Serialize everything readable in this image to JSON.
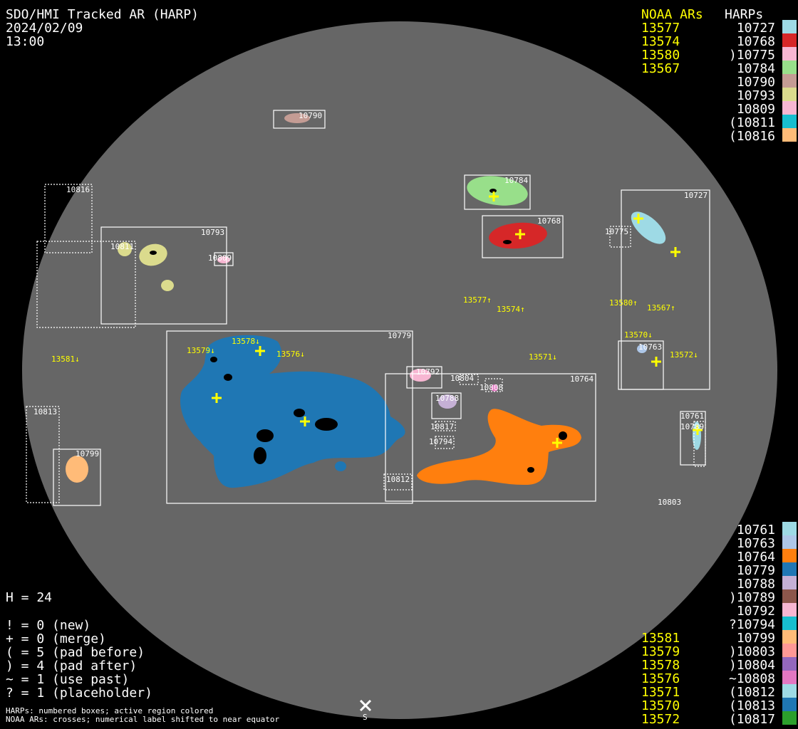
{
  "header": {
    "title": "SDO/HMI Tracked AR (HARP)",
    "date": "2024/02/09",
    "time": "13:00"
  },
  "legend_headers": {
    "noaa": "NOAA ARs",
    "harps": "HARPs"
  },
  "top_legend": {
    "noaa": [
      "13577",
      "13574",
      "13580",
      "13567"
    ],
    "harps": [
      {
        "label": "10727",
        "color": "#9edae5"
      },
      {
        "label": "10768",
        "color": "#d62728"
      },
      {
        "label": ")10775",
        "color": "#f7b6d2"
      },
      {
        "label": "10784",
        "color": "#98df8a"
      },
      {
        "label": "10790",
        "color": "#c49c94"
      },
      {
        "label": "10793",
        "color": "#dbdb8d"
      },
      {
        "label": "10809",
        "color": "#f7b6d2"
      },
      {
        "label": "(10811",
        "color": "#17becf"
      },
      {
        "label": "(10816",
        "color": "#ffbb78"
      }
    ]
  },
  "bottom_legend": {
    "noaa": [
      "13581",
      "13579",
      "13578",
      "13576",
      "13571",
      "13570",
      "13572"
    ],
    "harps": [
      {
        "label": "10761",
        "color": "#9edae5"
      },
      {
        "label": "10763",
        "color": "#aec7e8"
      },
      {
        "label": "10764",
        "color": "#ff7f0e"
      },
      {
        "label": "10779",
        "color": "#1f77b4"
      },
      {
        "label": "10788",
        "color": "#c5b0d5"
      },
      {
        "label": ")10789",
        "color": "#8c564b"
      },
      {
        "label": "10792",
        "color": "#f7b6d2"
      },
      {
        "label": "?10794",
        "color": "#17becf"
      },
      {
        "label": "10799",
        "color": "#ffbb78"
      },
      {
        "label": ")10803",
        "color": "#ff9896"
      },
      {
        "label": ")10804",
        "color": "#9467bd"
      },
      {
        "label": "~10808",
        "color": "#e377c2"
      },
      {
        "label": "(10812",
        "color": "#9edae5"
      },
      {
        "label": "(10813",
        "color": "#1f77b4"
      },
      {
        "label": "(10817",
        "color": "#2ca02c"
      }
    ]
  },
  "stats": {
    "h": "H = 24",
    "lines": [
      "! = 0 (new)",
      "+ = 0 (merge)",
      "( = 5 (pad before)",
      ") = 4 (pad after)",
      "~ = 1 (use past)",
      "? = 1 (placeholder)"
    ]
  },
  "footnotes": [
    "HARPs: numbered boxes; active region colored",
    "NOAA ARs: crosses; numerical label shifted to near equator"
  ],
  "south_label": "S",
  "disk": {
    "harp_labels": {
      "h10790": "10790",
      "h10784": "10784",
      "h10768": "10768",
      "h10727": "10727",
      "h10775": "10775",
      "h10816": "10816",
      "h10811": "10811",
      "h10793": "10793",
      "h10809": "10809",
      "h10779": "10779",
      "h10792": "10792",
      "h10764": "10764",
      "h10804": "10804",
      "h10808": "10808",
      "h10788": "10788",
      "h10817": "10817",
      "h10794": "10794",
      "h10812": "10812",
      "h10813": "10813",
      "h10799": "10799",
      "h10763": "10763",
      "h10761": "10761",
      "h10789": "10789",
      "h10803": "10803"
    },
    "noaa_labels": {
      "n13577": "13577↑",
      "n13574": "13574↑",
      "n13580": "13580↑",
      "n13567": "13567↑",
      "n13571": "13571↓",
      "n13572": "13572↓",
      "n13570": "13570↓",
      "n13581": "13581↓",
      "n13579": "13579↓",
      "n13578": "13578↓",
      "n13576": "13576↓"
    }
  }
}
